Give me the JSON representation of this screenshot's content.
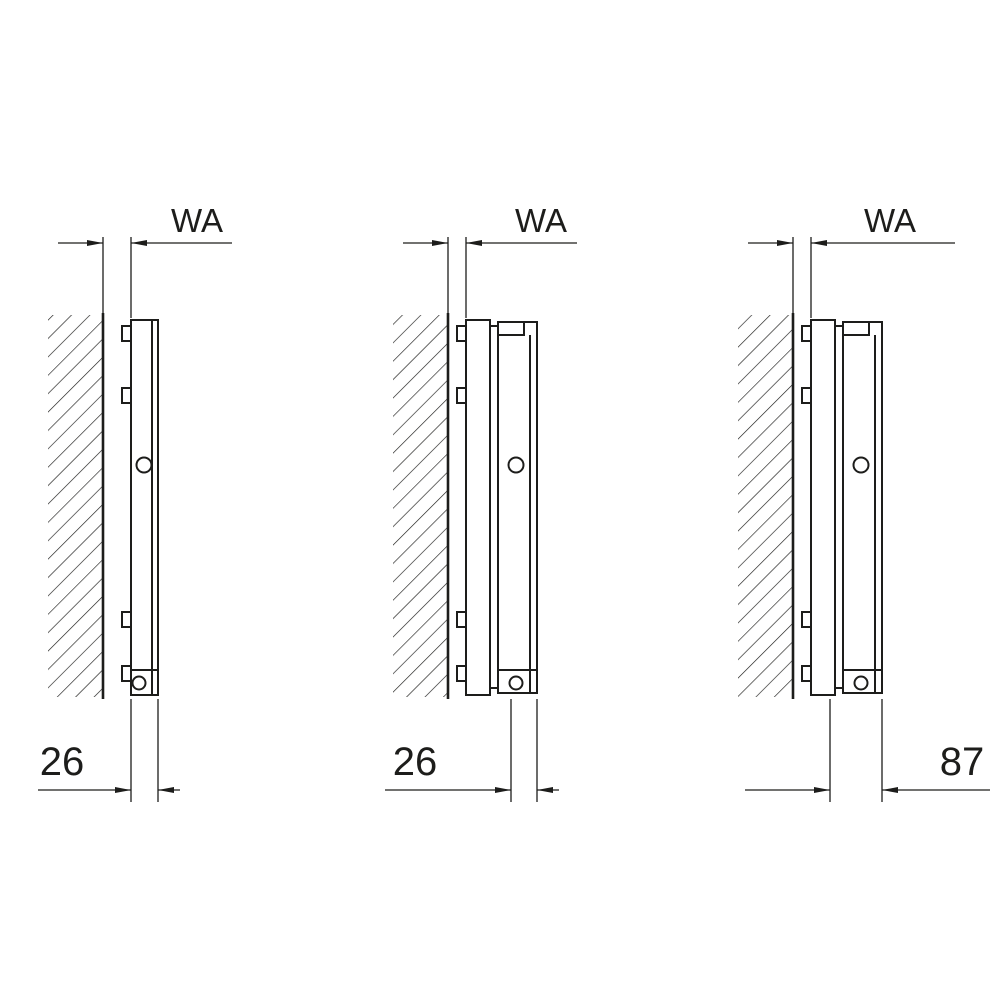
{
  "colors": {
    "line": "#1d1d1b",
    "background": "#ffffff"
  },
  "figures": [
    {
      "id": "profile-single-panel",
      "top_dimension_label": "WA",
      "bottom_dimension_label": "26"
    },
    {
      "id": "profile-double-panel",
      "top_dimension_label": "WA",
      "bottom_dimension_label": "26"
    },
    {
      "id": "profile-double-panel-deep",
      "top_dimension_label": "WA",
      "bottom_dimension_label": "87"
    }
  ]
}
